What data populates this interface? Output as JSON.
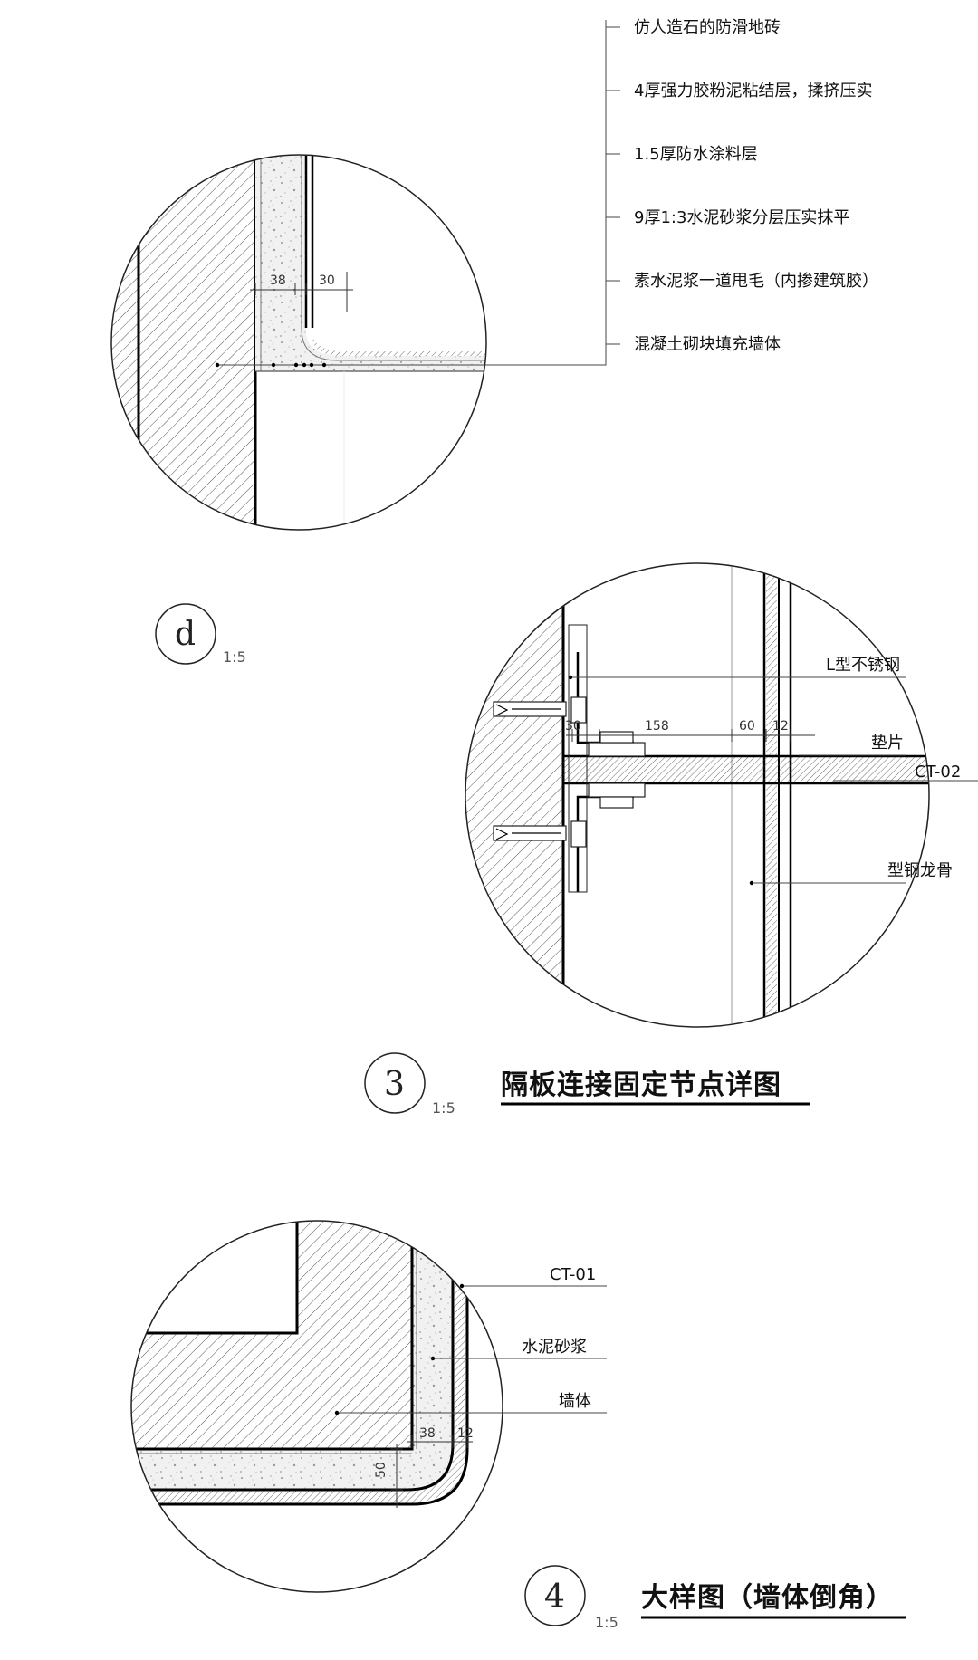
{
  "detail_d": {
    "id": "d",
    "scale": "1:5",
    "layers": [
      "仿人造石的防滑地砖",
      "4厚强力胶粉泥粘结层，揉挤压实",
      "1.5厚防水涂料层",
      "9厚1:3水泥砂浆分层压实抹平",
      "素水泥浆一道甩毛（内掺建筑胶）",
      "混凝土砌块填充墙体"
    ],
    "dimensions": [
      "38",
      "30"
    ]
  },
  "detail_3": {
    "id": "3",
    "scale": "1:5",
    "title": "隔板连接固定节点详图",
    "labels": {
      "angle": "L型不锈钢",
      "shim": "垫片",
      "panel": "CT-02",
      "keel": "型钢龙骨"
    },
    "dimensions": [
      "30",
      "158",
      "60",
      "12"
    ]
  },
  "detail_4": {
    "id": "4",
    "scale": "1:5",
    "title": "大样图（墙体倒角）",
    "labels": {
      "finish": "CT-01",
      "mortar": "水泥砂浆",
      "wall": "墙体"
    },
    "dimensions": [
      "38",
      "12",
      "50"
    ]
  }
}
